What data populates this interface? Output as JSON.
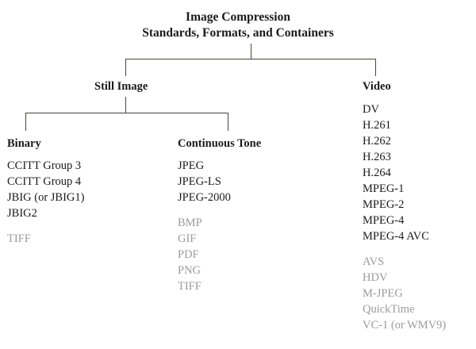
{
  "title": {
    "line1": "Image Compression",
    "line2": "Standards, Formats, and Containers"
  },
  "colors": {
    "background": "#ffffff",
    "text_primary": "#1a1a1a",
    "text_secondary": "#9b9b9b",
    "connector": "#4a4440"
  },
  "nodes": {
    "still_image": {
      "label": "Still Image"
    },
    "video": {
      "label": "Video"
    },
    "binary": {
      "label": "Binary"
    },
    "continuous_tone": {
      "label": "Continuous Tone"
    }
  },
  "columns": {
    "binary": {
      "heading": "Binary",
      "primary": [
        "CCITT Group 3",
        "CCITT Group 4",
        "JBIG (or JBIG1)",
        "JBIG2"
      ],
      "secondary": [
        "TIFF"
      ]
    },
    "continuous_tone": {
      "heading": "Continuous Tone",
      "primary": [
        "JPEG",
        "JPEG-LS",
        "JPEG-2000"
      ],
      "secondary": [
        "BMP",
        "GIF",
        "PDF",
        "PNG",
        "TIFF"
      ]
    },
    "video": {
      "heading": "Video",
      "primary": [
        "DV",
        "H.261",
        "H.262",
        "H.263",
        "H.264",
        "MPEG-1",
        "MPEG-2",
        "MPEG-4",
        "MPEG-4 AVC"
      ],
      "secondary": [
        "AVS",
        "HDV",
        "M-JPEG",
        "QuickTime",
        "VC-1 (or WMV9)"
      ]
    }
  }
}
